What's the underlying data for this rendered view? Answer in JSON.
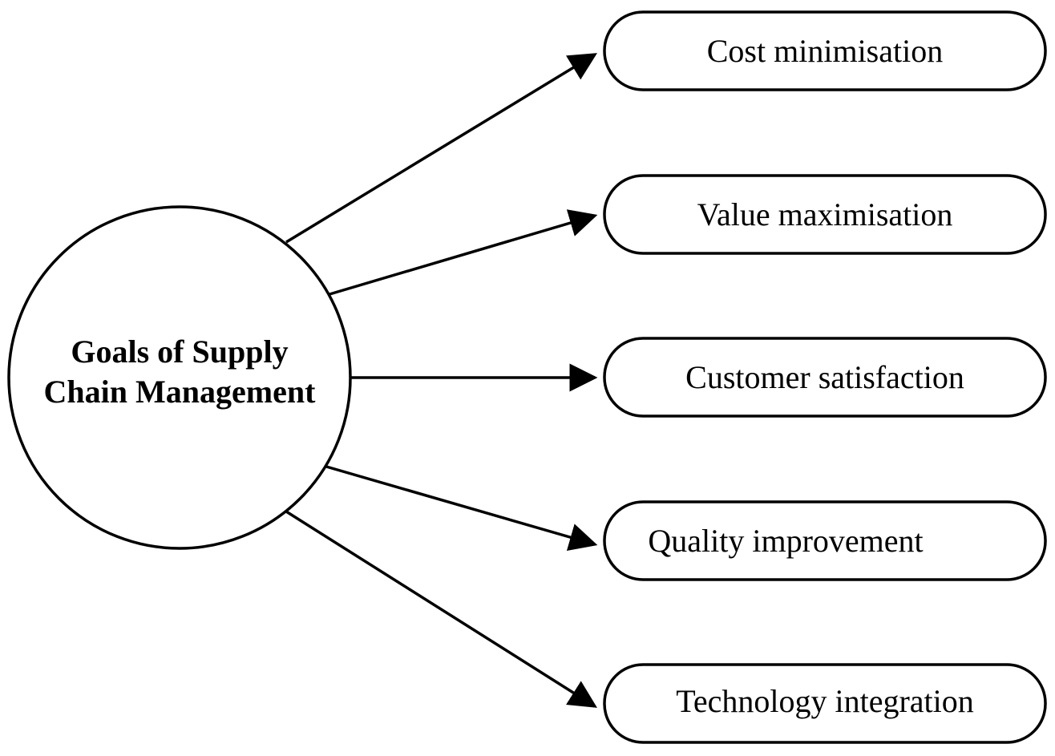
{
  "diagram": {
    "center": {
      "title_line1": "Goals of Supply",
      "title_line2": "Chain Management"
    },
    "goals": [
      {
        "label": "Cost minimisation"
      },
      {
        "label": "Value maximisation"
      },
      {
        "label": "Customer satisfaction"
      },
      {
        "label": "Quality improvement"
      },
      {
        "label": "Technology integration"
      }
    ],
    "colors": {
      "stroke": "#000000",
      "background": "#ffffff"
    }
  }
}
